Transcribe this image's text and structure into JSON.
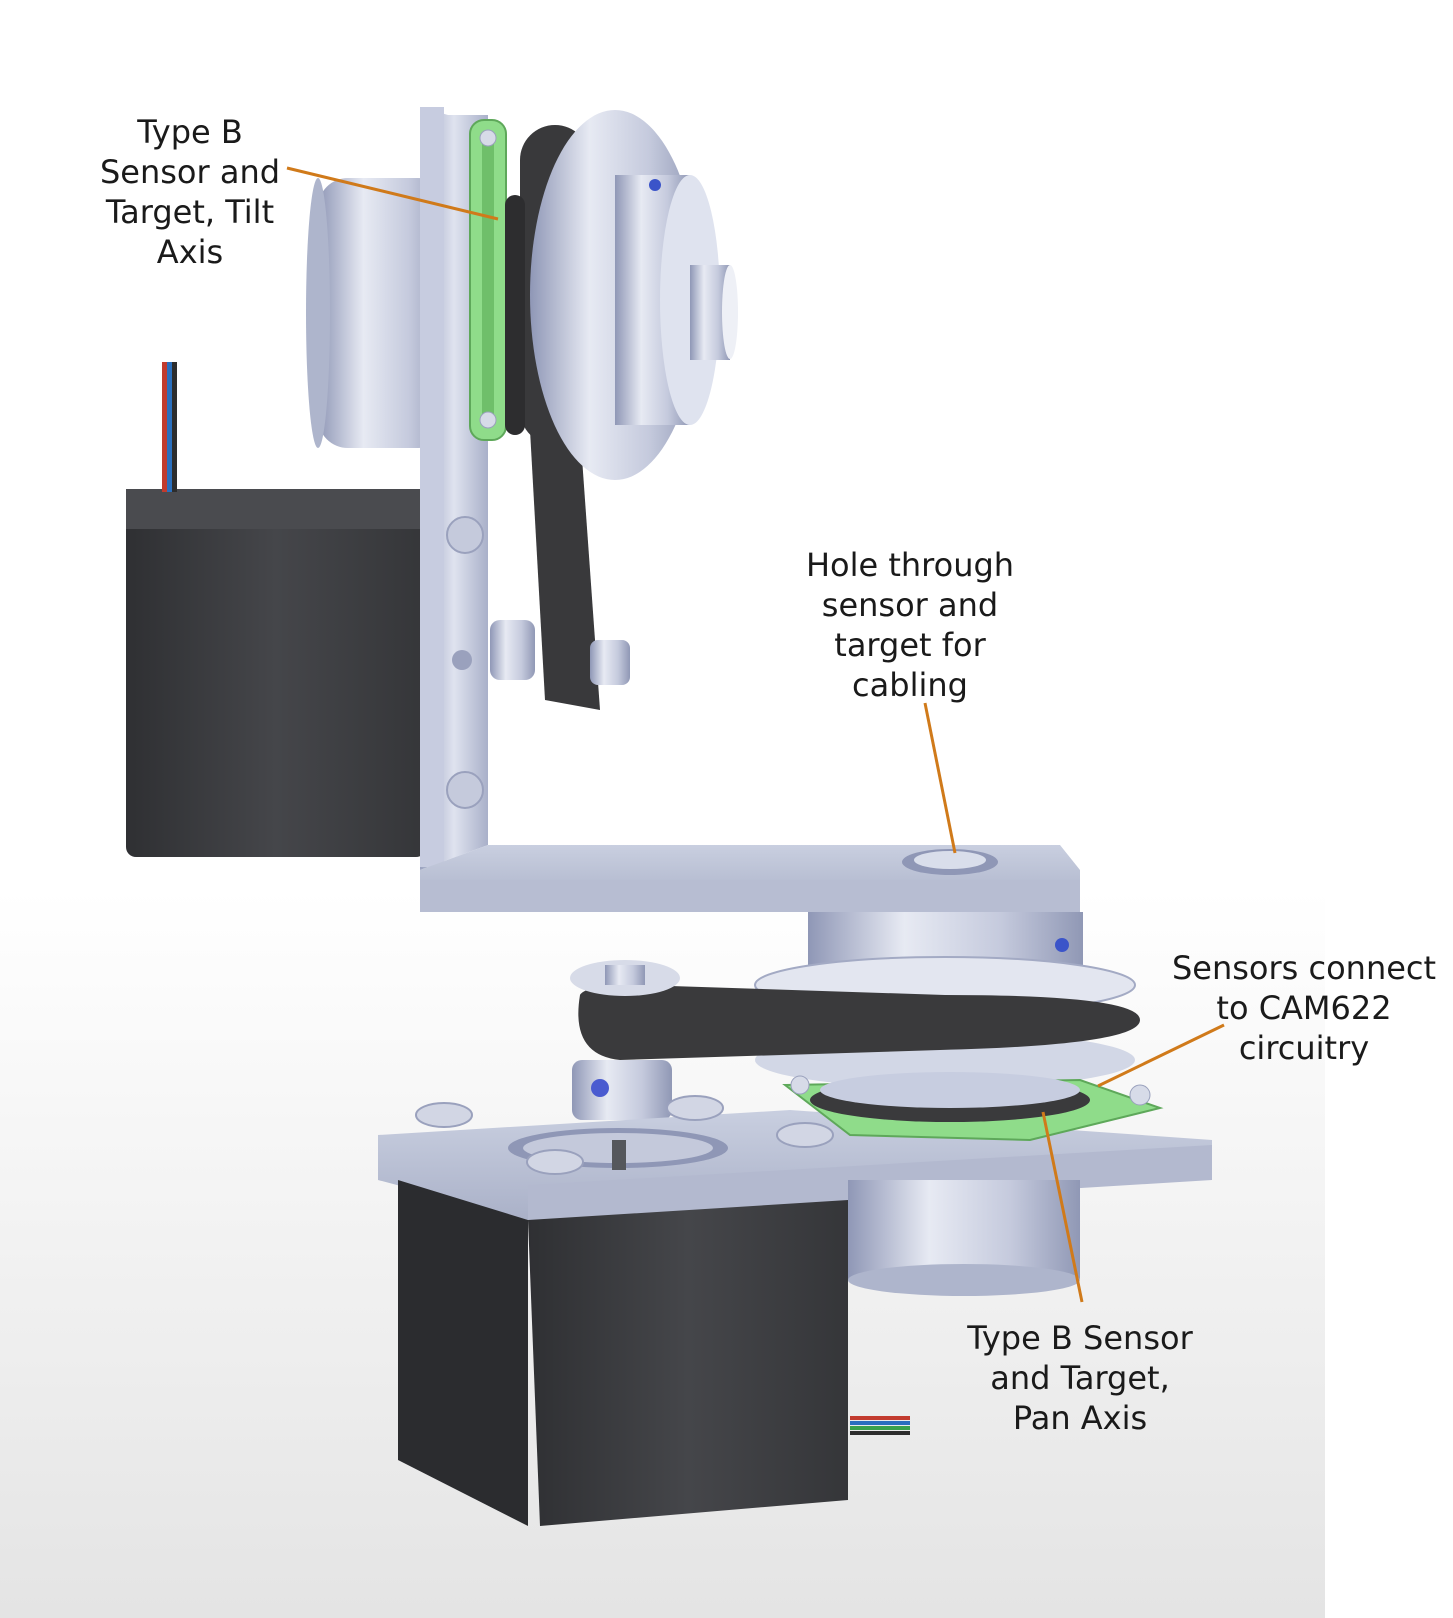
{
  "annotations": {
    "tilt_sensor": {
      "lines": [
        "Type B",
        "Sensor and",
        "Target, Tilt",
        "Axis"
      ]
    },
    "cable_hole": {
      "lines": [
        "Hole through",
        "sensor and",
        "target for",
        "cabling"
      ]
    },
    "sensors_connect": {
      "lines": [
        "Sensors connect",
        "to CAM622",
        "circuitry"
      ]
    },
    "pan_sensor": {
      "lines": [
        "Type B Sensor",
        "and Target,",
        "Pan Axis"
      ]
    }
  },
  "colors": {
    "leader": "#d07a1a",
    "motor": "#3c3d40",
    "aluminum": "#b9c0d6",
    "belt": "#3a3a3c",
    "pcb": "#8fdc8a"
  }
}
